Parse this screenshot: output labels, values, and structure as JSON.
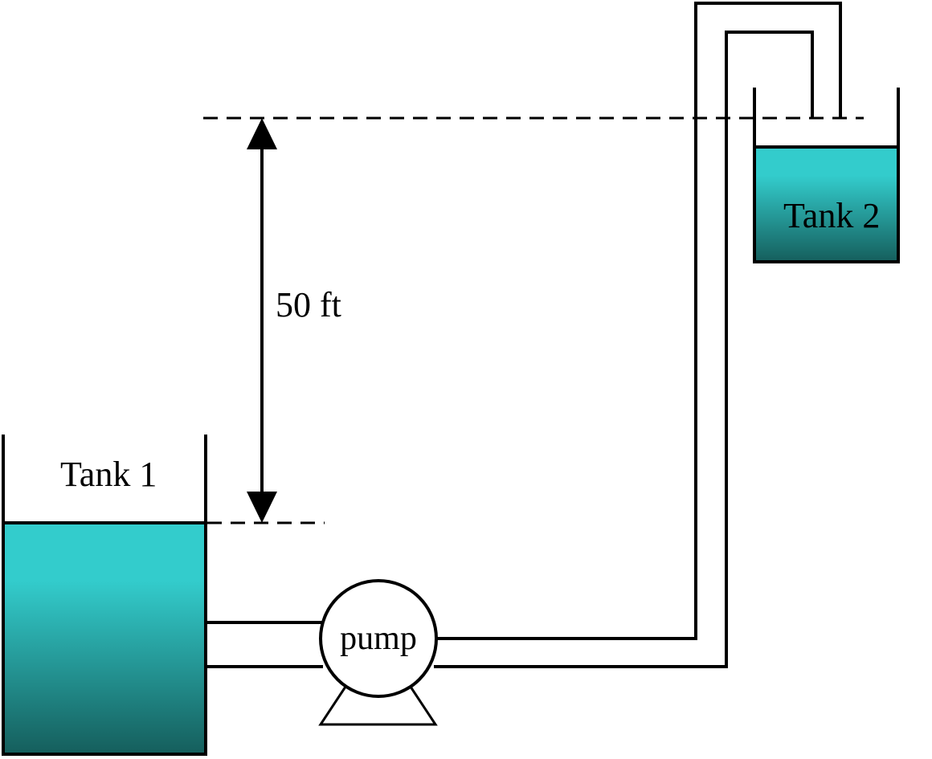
{
  "labels": {
    "tank1": "Tank 1",
    "tank2": "Tank 2",
    "pump": "pump",
    "height": "50 ft"
  },
  "colors": {
    "water_top": "#33cccc",
    "water_bottom": "#155e5c",
    "line": "#000000",
    "background": "#ffffff"
  }
}
